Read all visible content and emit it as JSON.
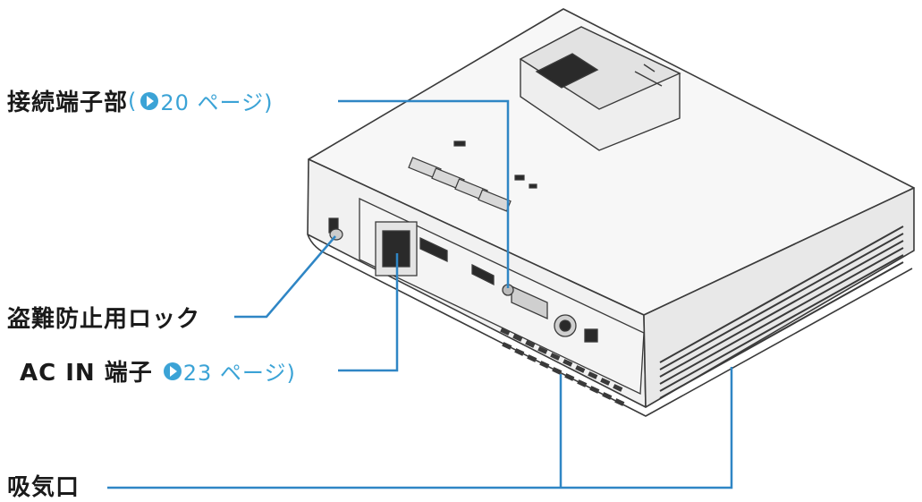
{
  "labels": {
    "connection_terminals": {
      "text": "接続端子部",
      "ref_open": "(",
      "ref_text": "20 ページ)"
    },
    "anti_theft_lock": {
      "text": "盗難防止用ロック"
    },
    "ac_in": {
      "text": "AC IN 端子",
      "ref_text": "23 ページ)"
    },
    "air_intake": {
      "text": "吸気口"
    }
  },
  "colors": {
    "leader_line": "#2f86c5",
    "reference": "#3ba3d6",
    "label_text": "#1a1a1a",
    "device_outline": "#3a3a3a"
  },
  "icons": {
    "page_reference": "arrow-circle-right-icon"
  }
}
